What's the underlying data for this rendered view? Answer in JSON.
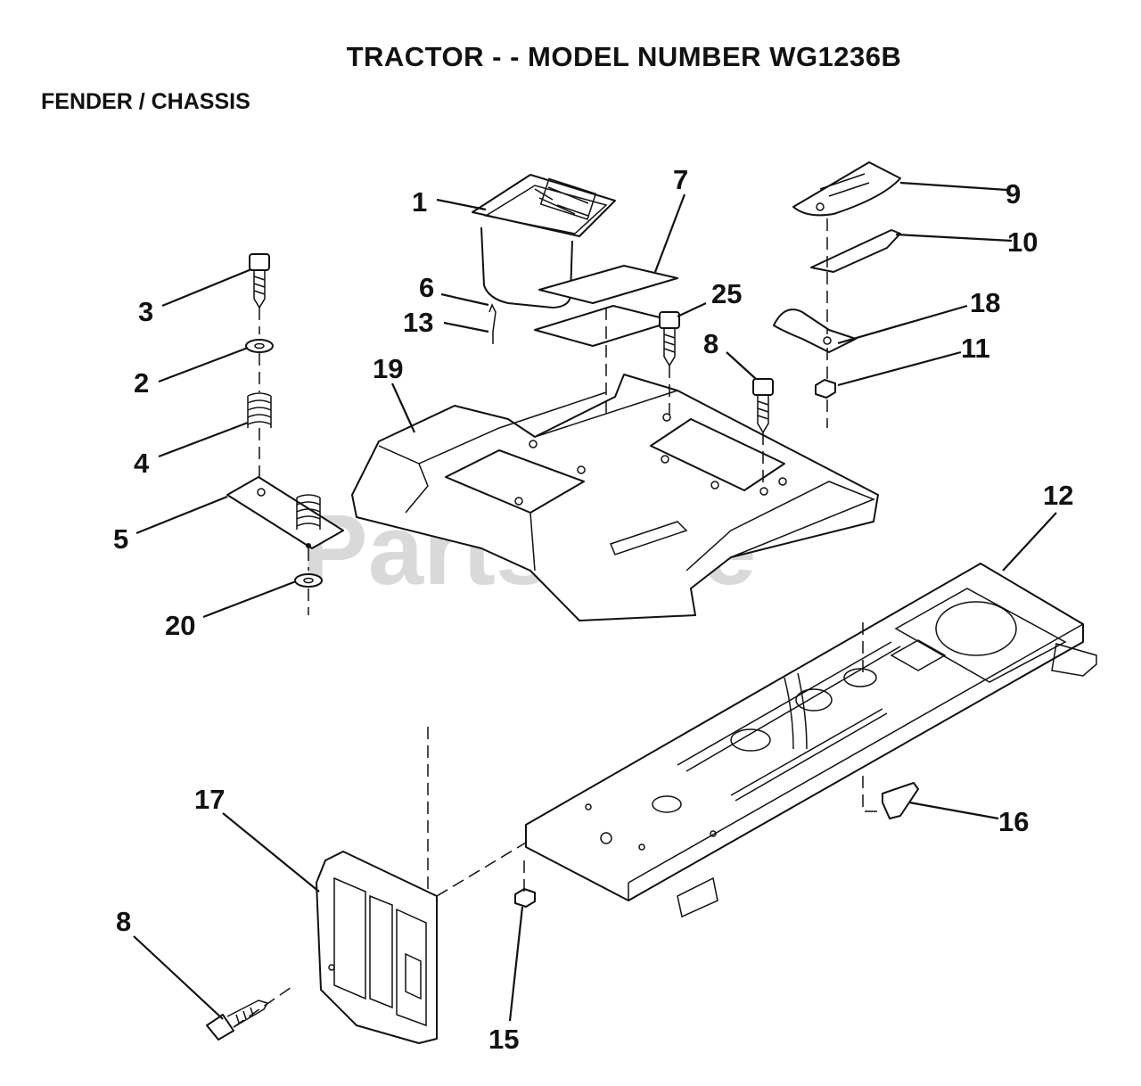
{
  "title": "TRACTOR - - MODEL NUMBER WG1236B",
  "subtitle": "FENDER / CHASSIS",
  "watermark": "PartsTree",
  "callouts": [
    {
      "id": "c1",
      "label": "1"
    },
    {
      "id": "c2",
      "label": "2"
    },
    {
      "id": "c3",
      "label": "3"
    },
    {
      "id": "c4",
      "label": "4"
    },
    {
      "id": "c5",
      "label": "5"
    },
    {
      "id": "c6",
      "label": "6"
    },
    {
      "id": "c7",
      "label": "7"
    },
    {
      "id": "c8a",
      "label": "8"
    },
    {
      "id": "c8b",
      "label": "8"
    },
    {
      "id": "c9",
      "label": "9"
    },
    {
      "id": "c10",
      "label": "10"
    },
    {
      "id": "c11",
      "label": "11"
    },
    {
      "id": "c12",
      "label": "12"
    },
    {
      "id": "c13",
      "label": "13"
    },
    {
      "id": "c15",
      "label": "15"
    },
    {
      "id": "c16",
      "label": "16"
    },
    {
      "id": "c17",
      "label": "17"
    },
    {
      "id": "c18",
      "label": "18"
    },
    {
      "id": "c19",
      "label": "19"
    },
    {
      "id": "c20",
      "label": "20"
    },
    {
      "id": "c25",
      "label": "25"
    }
  ]
}
